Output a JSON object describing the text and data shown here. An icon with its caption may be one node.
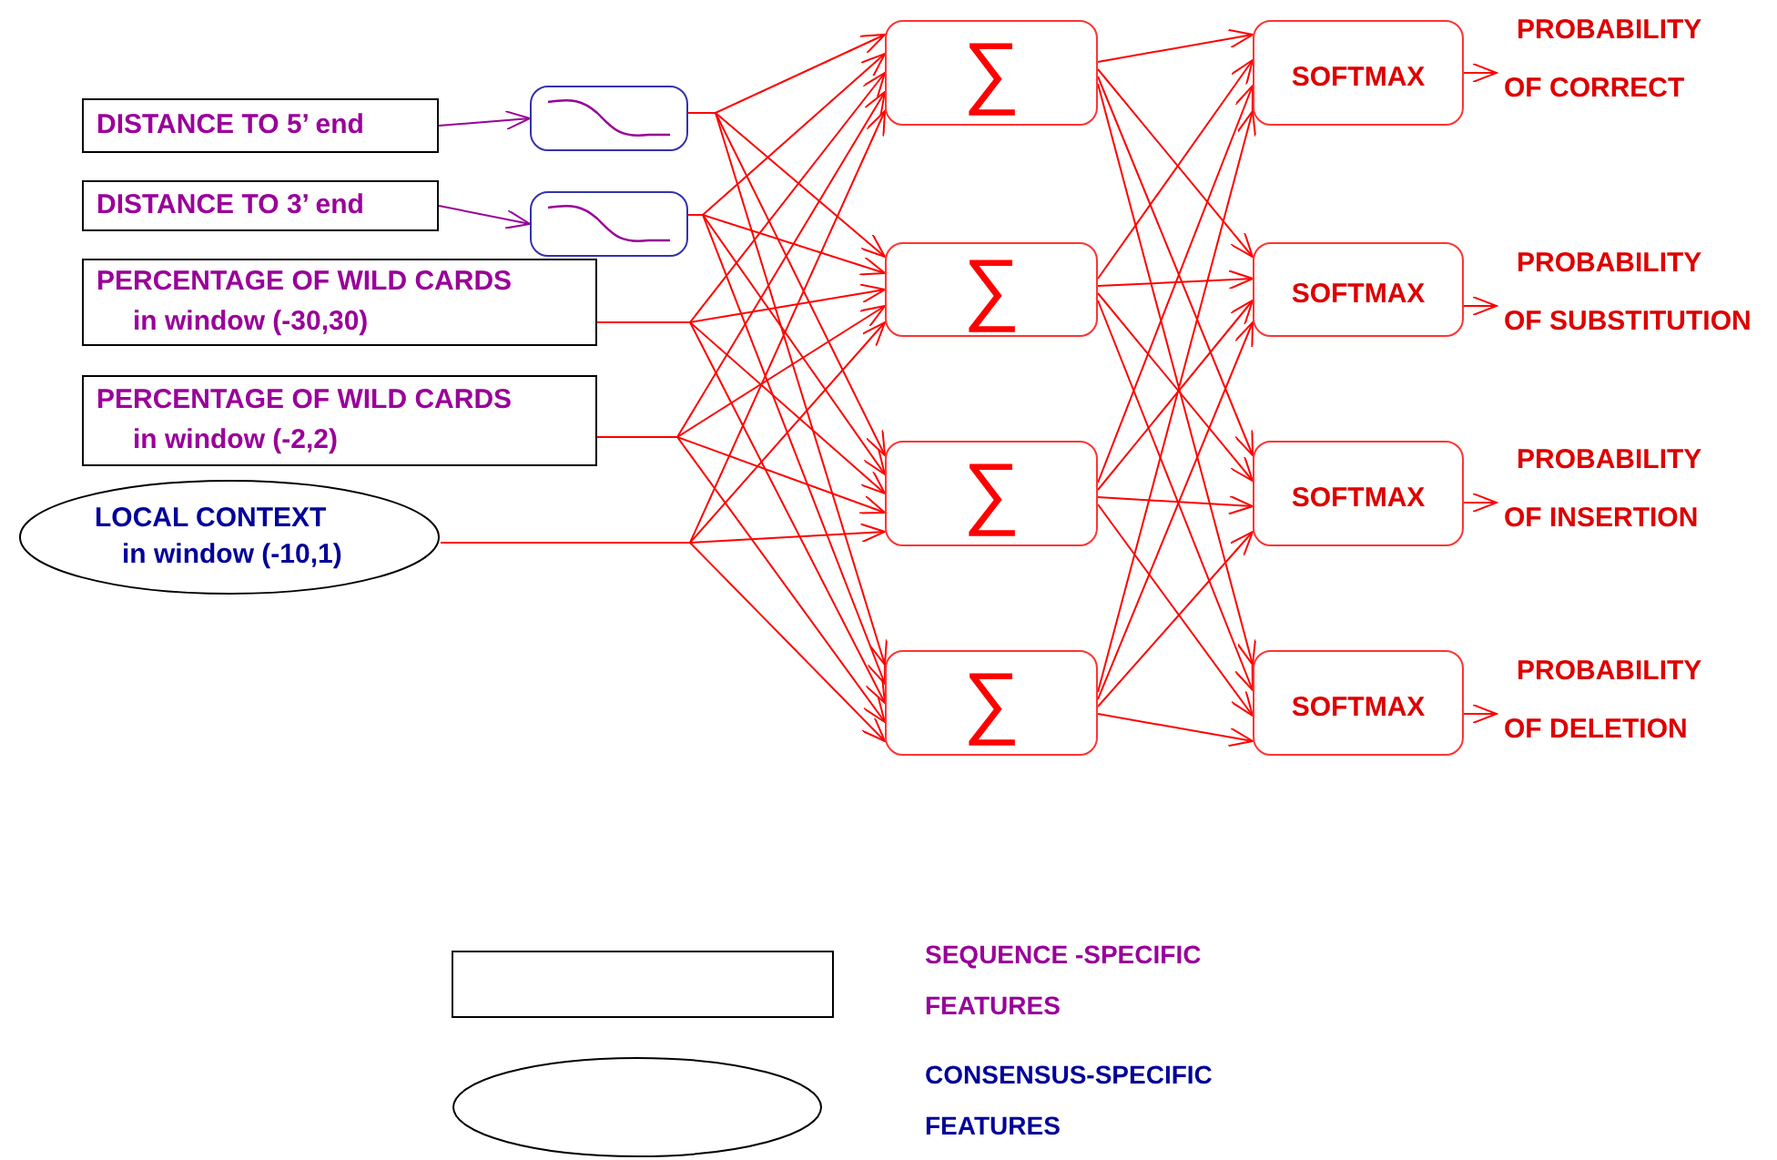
{
  "diagram": {
    "nodes": [
      {
        "text": [
          "DISTANCE TO 5’ end"
        ]
      },
      {
        "text": [
          "DISTANCE TO 3’ end"
        ]
      },
      {
        "text": [
          "PERCENTAGE OF WILD CARDS",
          "in window (-30,30)"
        ]
      },
      {
        "text": [
          "PERCENTAGE OF WILD CARDS",
          "in window (-2,2)"
        ]
      },
      {
        "text": [
          "LOCAL CONTEXT",
          "in window (-10,1)"
        ]
      },
      {
        "text": [],
        "shape": "box"
      },
      {
        "text": [],
        "shape": "box"
      },
      {
        "text": [
          "∑"
        ]
      },
      {
        "text": [
          "∑"
        ]
      },
      {
        "text": [
          "∑"
        ]
      },
      {
        "text": [
          "∑"
        ]
      },
      {
        "text": [
          "SOFTMAX"
        ]
      },
      {
        "text": [
          "SOFTMAX"
        ]
      },
      {
        "text": [
          "SOFTMAX"
        ]
      },
      {
        "text": [
          "SOFTMAX"
        ]
      },
      {
        "text": [
          "PROBABILITY",
          "OF CORRECT"
        ]
      },
      {
        "text": [
          "PROBABILITY",
          "OF SUBSTITUTION"
        ]
      },
      {
        "text": [
          "PROBABILITY",
          "OF INSERTION"
        ]
      },
      {
        "text": [
          "PROBABILITY",
          "OF DELETION"
        ]
      },
      {
        "text": [],
        "shape": "box"
      },
      {
        "text": [],
        "shape": "ellipse"
      }
    ],
    "edges": [
      {
        "from": 0,
        "to": 5,
        "arrow": "to",
        "color": "#990099"
      },
      {
        "from": 1,
        "to": 6,
        "arrow": "to",
        "color": "#990099"
      },
      {
        "from": 5,
        "to": 7,
        "arrow": "to"
      },
      {
        "from": 5,
        "to": 8,
        "arrow": "to"
      },
      {
        "from": 5,
        "to": 9,
        "arrow": "to"
      },
      {
        "from": 5,
        "to": 10,
        "arrow": "to"
      },
      {
        "from": 6,
        "to": 7,
        "arrow": "to"
      },
      {
        "from": 6,
        "to": 8,
        "arrow": "to"
      },
      {
        "from": 6,
        "to": 9,
        "arrow": "to"
      },
      {
        "from": 6,
        "to": 10,
        "arrow": "to"
      },
      {
        "from": 2,
        "to": 7,
        "arrow": "to"
      },
      {
        "from": 2,
        "to": 8,
        "arrow": "to"
      },
      {
        "from": 2,
        "to": 9,
        "arrow": "to"
      },
      {
        "from": 2,
        "to": 10,
        "arrow": "to"
      },
      {
        "from": 3,
        "to": 7,
        "arrow": "to"
      },
      {
        "from": 3,
        "to": 8,
        "arrow": "to"
      },
      {
        "from": 3,
        "to": 9,
        "arrow": "to"
      },
      {
        "from": 3,
        "to": 10,
        "arrow": "to"
      },
      {
        "from": 4,
        "to": 7,
        "arrow": "to"
      },
      {
        "from": 4,
        "to": 8,
        "arrow": "to"
      },
      {
        "from": 4,
        "to": 9,
        "arrow": "to"
      },
      {
        "from": 4,
        "to": 10,
        "arrow": "to"
      },
      {
        "from": 7,
        "to": 11,
        "arrow": "to"
      },
      {
        "from": 7,
        "to": 12,
        "arrow": "to"
      },
      {
        "from": 7,
        "to": 13,
        "arrow": "to"
      },
      {
        "from": 7,
        "to": 14,
        "arrow": "to"
      },
      {
        "from": 8,
        "to": 11,
        "arrow": "to"
      },
      {
        "from": 8,
        "to": 12,
        "arrow": "to"
      },
      {
        "from": 8,
        "to": 13,
        "arrow": "to"
      },
      {
        "from": 8,
        "to": 14,
        "arrow": "to"
      },
      {
        "from": 9,
        "to": 11,
        "arrow": "to"
      },
      {
        "from": 9,
        "to": 12,
        "arrow": "to"
      },
      {
        "from": 9,
        "to": 13,
        "arrow": "to"
      },
      {
        "from": 9,
        "to": 14,
        "arrow": "to"
      },
      {
        "from": 10,
        "to": 11,
        "arrow": "to"
      },
      {
        "from": 10,
        "to": 12,
        "arrow": "to"
      },
      {
        "from": 10,
        "to": 13,
        "arrow": "to"
      },
      {
        "from": 10,
        "to": 14,
        "arrow": "to"
      },
      {
        "from": 11,
        "to": 15,
        "arrow": "to"
      },
      {
        "from": 12,
        "to": 16,
        "arrow": "to"
      },
      {
        "from": 13,
        "to": 17,
        "arrow": "to"
      },
      {
        "from": 14,
        "to": 18,
        "arrow": "to"
      }
    ],
    "legend": [
      {
        "text": "SEQUENCE -SPECIFIC FEATURES"
      },
      {
        "text": "CONSENSUS-SPECIFIC FEATURES"
      }
    ]
  }
}
